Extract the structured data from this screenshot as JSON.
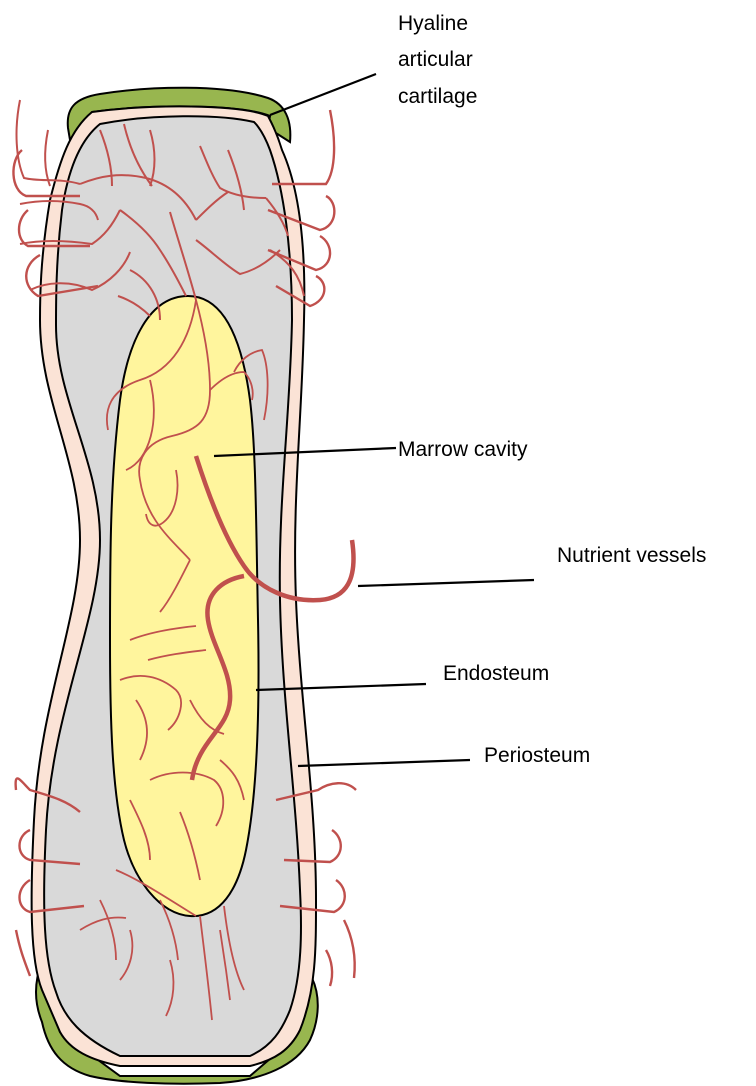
{
  "diagram": {
    "labels": {
      "hyaline_line1": "Hyaline",
      "hyaline_line2": "articular",
      "hyaline_line3": "cartilage",
      "marrow_cavity": "Marrow cavity",
      "nutrient_vessels": "Nutrient vessels",
      "endosteum": "Endosteum",
      "periosteum": "Periosteum"
    },
    "colors": {
      "cartilage": "#98b64f",
      "periosteum": "#fbe3d6",
      "compact_bone": "#d9d9d9",
      "marrow": "#fff59d",
      "vessel": "#c0504d",
      "outline": "#000000"
    }
  }
}
